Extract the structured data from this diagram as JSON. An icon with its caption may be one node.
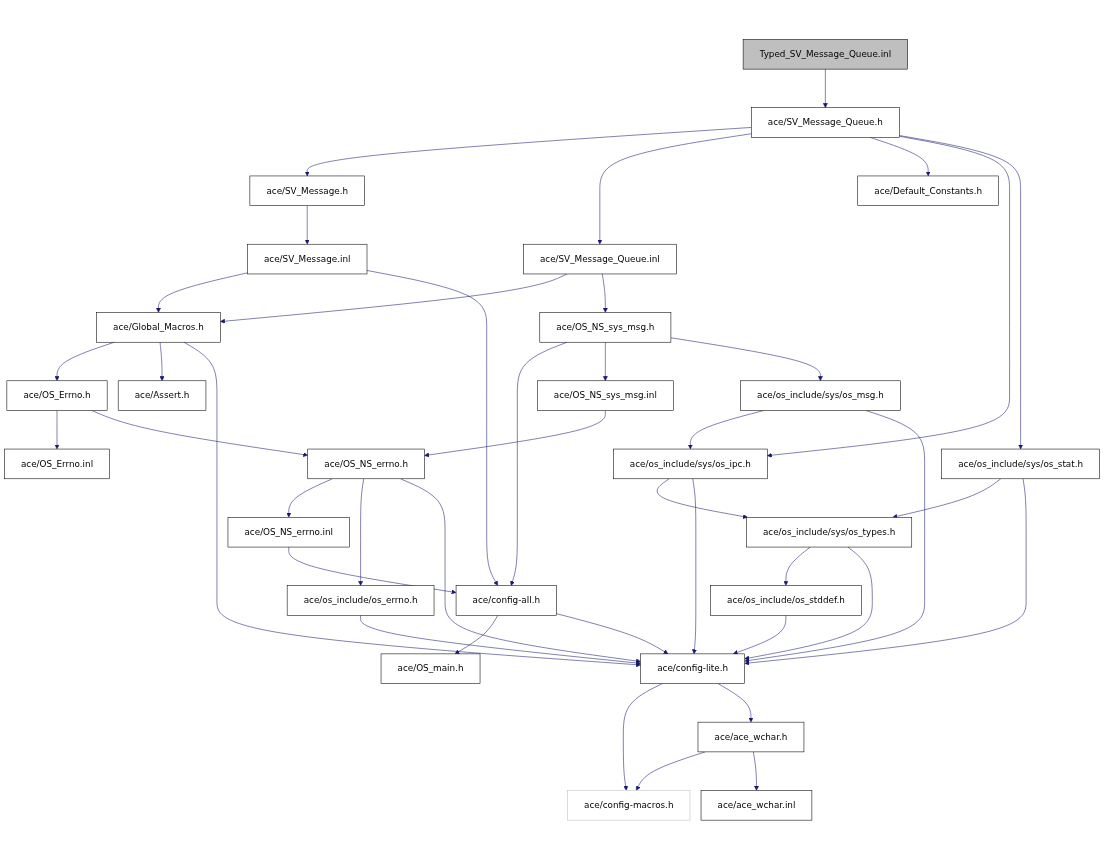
{
  "diagram": {
    "nodes": [
      {
        "text": [
          "Typed_SV_Message_Queue.inl"
        ]
      },
      {
        "text": [
          "ace/SV_Message_Queue.h"
        ]
      },
      {
        "text": [
          "ace/SV_Message.h"
        ]
      },
      {
        "text": [
          "ace/Default_Constants.h"
        ]
      },
      {
        "text": [
          "ace/SV_Message.inl"
        ]
      },
      {
        "text": [
          "ace/SV_Message_Queue.inl"
        ]
      },
      {
        "text": [
          "ace/Global_Macros.h"
        ]
      },
      {
        "text": [
          "ace/OS_NS_sys_msg.h"
        ]
      },
      {
        "text": [
          "ace/OS_Errno.h"
        ]
      },
      {
        "text": [
          "ace/Assert.h"
        ]
      },
      {
        "text": [
          "ace/OS_NS_sys_msg.inl"
        ]
      },
      {
        "text": [
          "ace/os_include/sys/os_msg.h"
        ]
      },
      {
        "text": [
          "ace/OS_Errno.inl"
        ]
      },
      {
        "text": [
          "ace/OS_NS_errno.h"
        ]
      },
      {
        "text": [
          "ace/os_include/sys/os_ipc.h"
        ]
      },
      {
        "text": [
          "ace/os_include/sys/os_stat.h"
        ]
      },
      {
        "text": [
          "ace/OS_NS_errno.inl"
        ]
      },
      {
        "text": [
          "ace/os_include/sys/os_types.h"
        ]
      },
      {
        "text": [
          "ace/config-all.h"
        ]
      },
      {
        "text": [
          "ace/os_include/os_errno.h"
        ]
      },
      {
        "text": [
          "ace/os_include/os_stddef.h"
        ]
      },
      {
        "text": [
          "ace/OS_main.h"
        ]
      },
      {
        "text": [
          "ace/config-lite.h"
        ]
      },
      {
        "text": [
          "ace/ace_wchar.h"
        ]
      },
      {
        "text": [
          "ace/config-macros.h"
        ]
      },
      {
        "text": [
          "ace/ace_wchar.inl"
        ]
      }
    ],
    "edges": [
      {
        "from": 0,
        "to": 1,
        "arrow": "to"
      },
      {
        "from": 1,
        "to": 2,
        "arrow": "to"
      },
      {
        "from": 1,
        "to": 5,
        "arrow": "to"
      },
      {
        "from": 1,
        "to": 3,
        "arrow": "to"
      },
      {
        "from": 1,
        "to": 14,
        "arrow": "to"
      },
      {
        "from": 1,
        "to": 15,
        "arrow": "to"
      },
      {
        "from": 2,
        "to": 4,
        "arrow": "to"
      },
      {
        "from": 4,
        "to": 6,
        "arrow": "to"
      },
      {
        "from": 4,
        "to": 18,
        "arrow": "to"
      },
      {
        "from": 5,
        "to": 6,
        "arrow": "to"
      },
      {
        "from": 5,
        "to": 7,
        "arrow": "to"
      },
      {
        "from": 6,
        "to": 8,
        "arrow": "to"
      },
      {
        "from": 6,
        "to": 9,
        "arrow": "to"
      },
      {
        "from": 6,
        "to": 22,
        "arrow": "to"
      },
      {
        "from": 7,
        "to": 18,
        "arrow": "to"
      },
      {
        "from": 7,
        "to": 10,
        "arrow": "to"
      },
      {
        "from": 7,
        "to": 11,
        "arrow": "to"
      },
      {
        "from": 8,
        "to": 12,
        "arrow": "to"
      },
      {
        "from": 8,
        "to": 13,
        "arrow": "to"
      },
      {
        "from": 10,
        "to": 13,
        "arrow": "to"
      },
      {
        "from": 11,
        "to": 14,
        "arrow": "to"
      },
      {
        "from": 11,
        "to": 22,
        "arrow": "to"
      },
      {
        "from": 13,
        "to": 16,
        "arrow": "to"
      },
      {
        "from": 13,
        "to": 19,
        "arrow": "to"
      },
      {
        "from": 13,
        "to": 22,
        "arrow": "to"
      },
      {
        "from": 16,
        "to": 18,
        "arrow": "to"
      },
      {
        "from": 14,
        "to": 17,
        "arrow": "to"
      },
      {
        "from": 14,
        "to": 22,
        "arrow": "to"
      },
      {
        "from": 15,
        "to": 17,
        "arrow": "to"
      },
      {
        "from": 15,
        "to": 22,
        "arrow": "to"
      },
      {
        "from": 17,
        "to": 20,
        "arrow": "to"
      },
      {
        "from": 17,
        "to": 22,
        "arrow": "to"
      },
      {
        "from": 18,
        "to": 21,
        "arrow": "to"
      },
      {
        "from": 18,
        "to": 22,
        "arrow": "to"
      },
      {
        "from": 19,
        "to": 22,
        "arrow": "to"
      },
      {
        "from": 20,
        "to": 22,
        "arrow": "to"
      },
      {
        "from": 22,
        "to": 24,
        "arrow": "to"
      },
      {
        "from": 22,
        "to": 23,
        "arrow": "to"
      },
      {
        "from": 23,
        "to": 24,
        "arrow": "to"
      },
      {
        "from": 23,
        "to": 25,
        "arrow": "to"
      }
    ]
  }
}
